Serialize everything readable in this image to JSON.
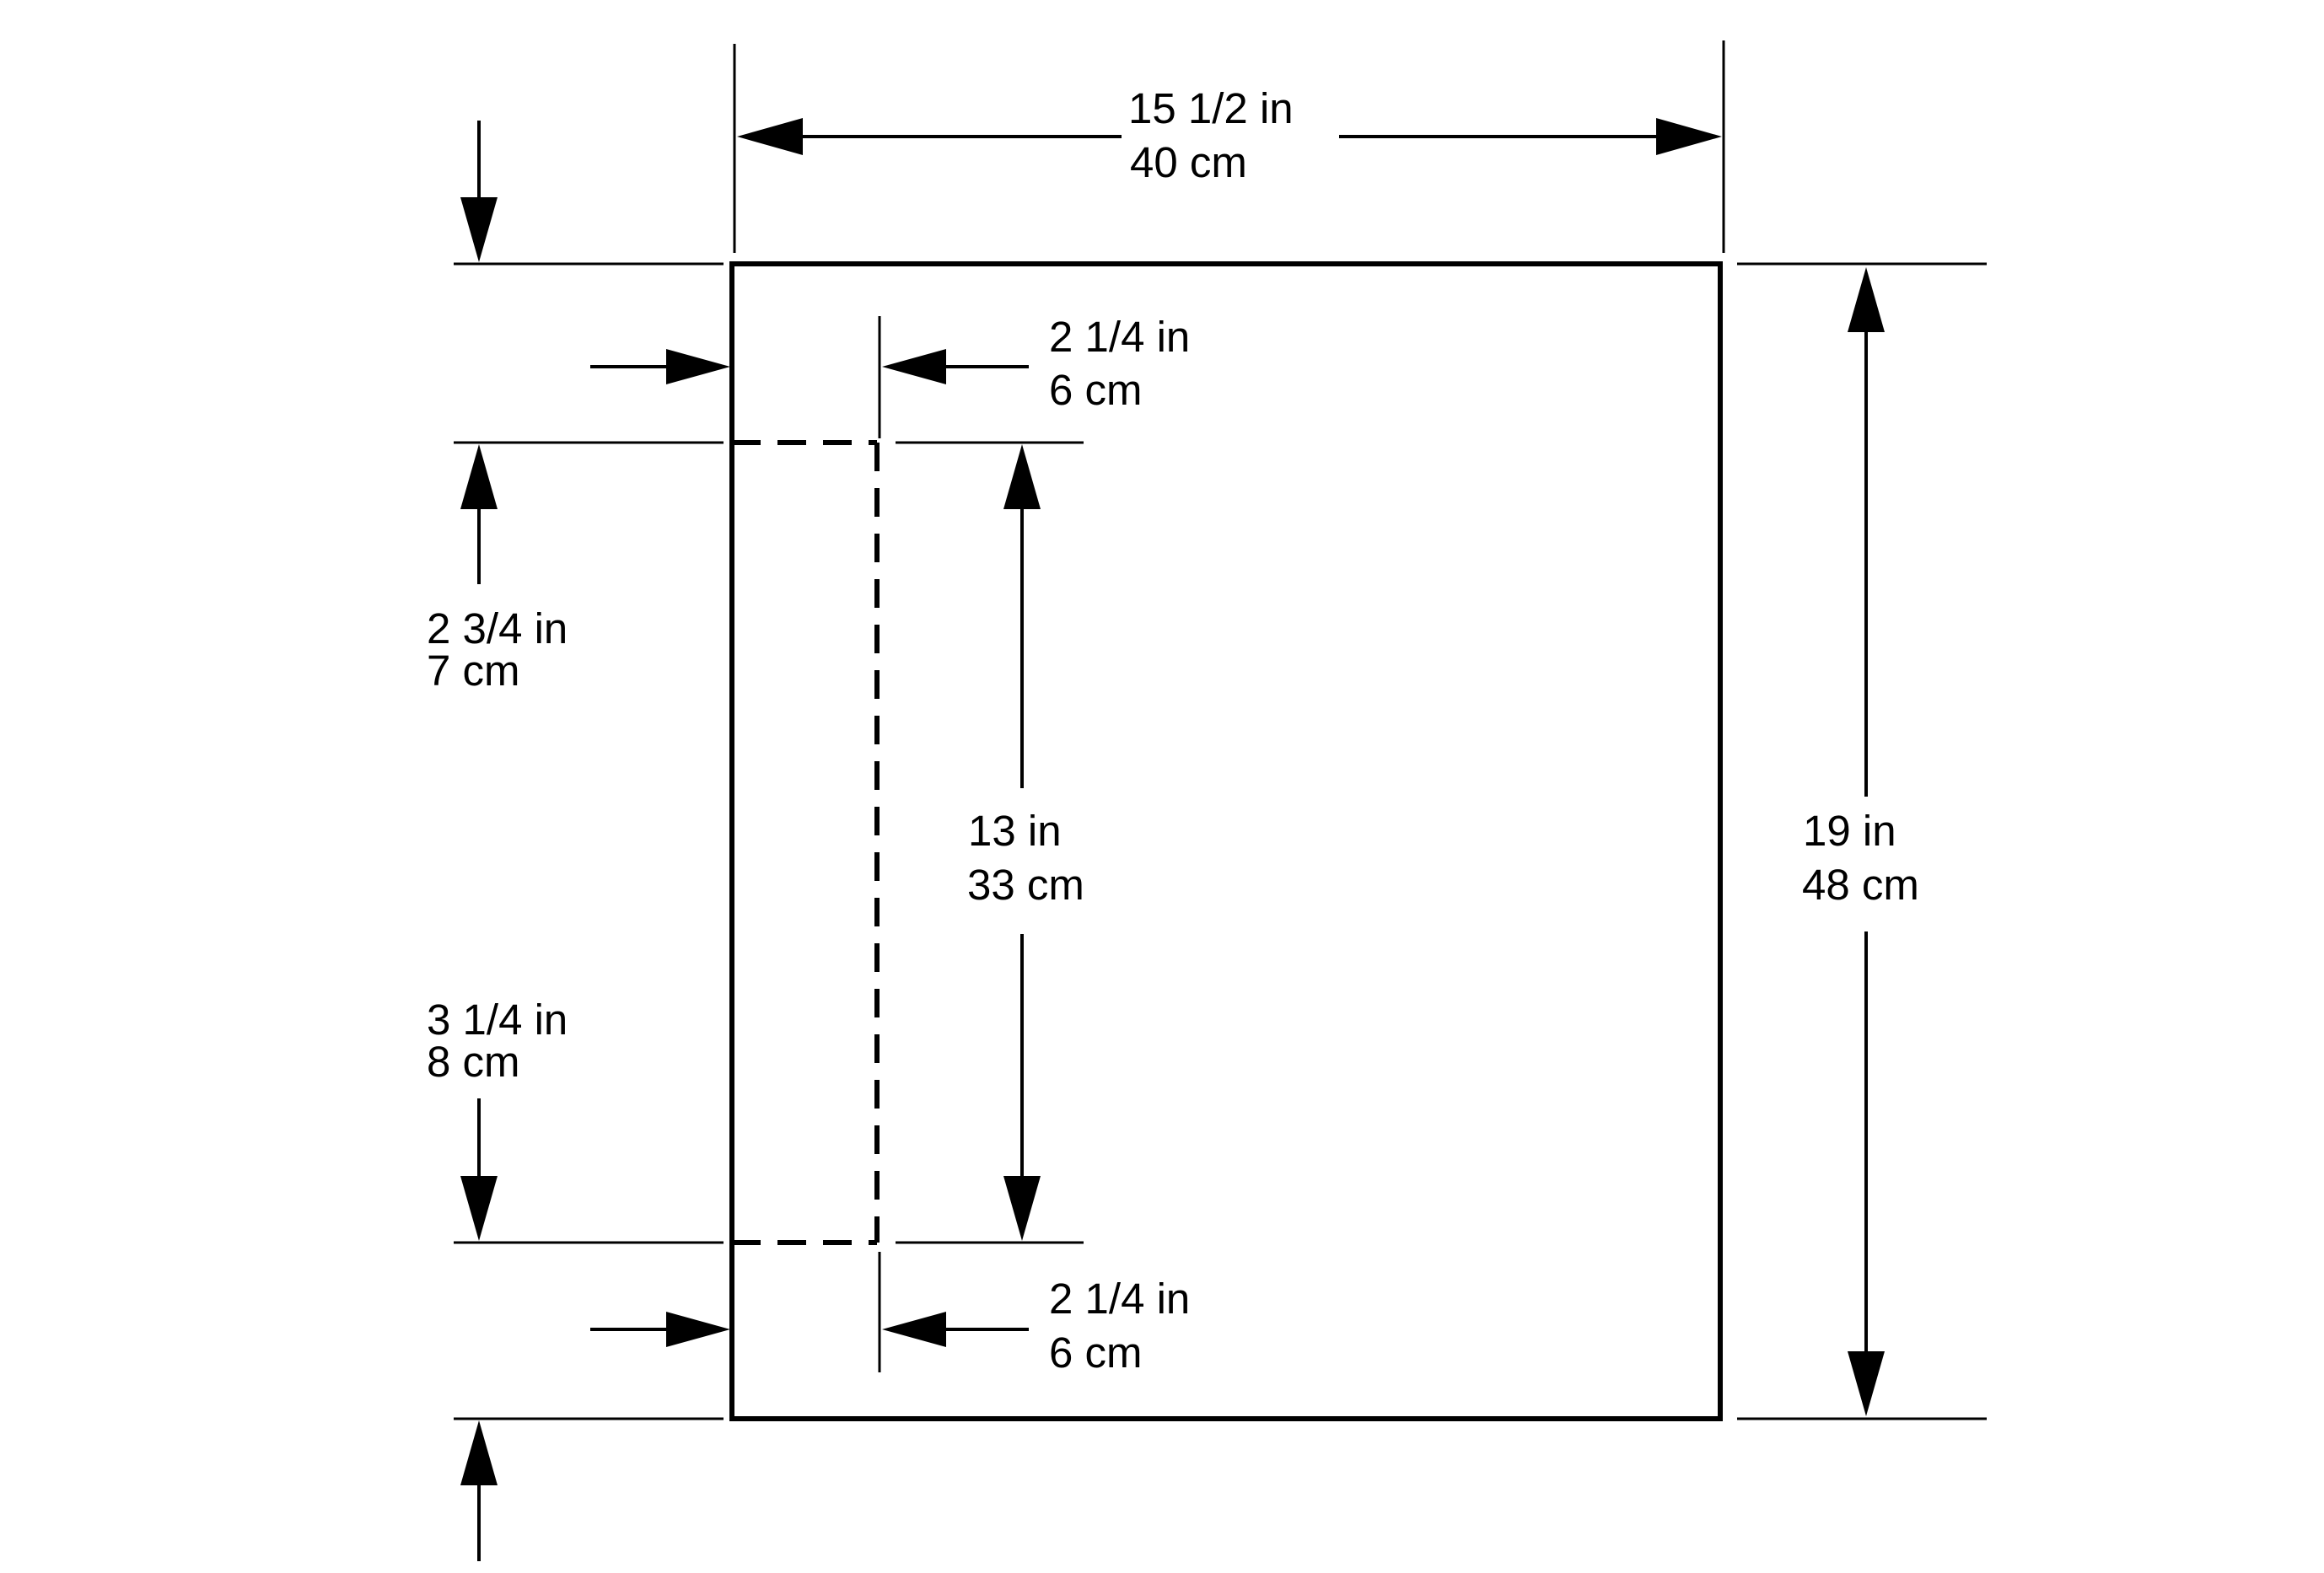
{
  "colors": {
    "background": "#ffffff",
    "ink": "#000000"
  },
  "dimensions": {
    "overall_width": {
      "imperial": "15 1/2 in",
      "metric": "40 cm"
    },
    "overall_height": {
      "imperial": "19 in",
      "metric": "48 cm"
    },
    "cutout_height": {
      "imperial": "13 in",
      "metric": "33 cm"
    },
    "top_offset": {
      "imperial": "2 3/4 in",
      "metric": "7 cm"
    },
    "bottom_offset": {
      "imperial": "3 1/4 in",
      "metric": "8 cm"
    },
    "left_inset_top": {
      "imperial": "2 1/4 in",
      "metric": "6 cm"
    },
    "left_inset_bottom": {
      "imperial": "2 1/4 in",
      "metric": "6 cm"
    }
  }
}
